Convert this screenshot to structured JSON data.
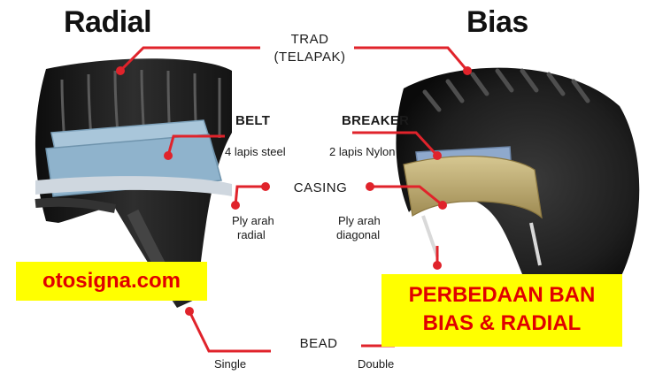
{
  "titles": {
    "radial": "Radial",
    "bias": "Bias"
  },
  "labels": {
    "trad_line1": "TRAD",
    "trad_line2": "(TELAPAK)",
    "belt": "BELT",
    "belt_detail": "4 lapis steel",
    "breaker": "BREAKER",
    "breaker_detail": "2 lapis Nylon",
    "casing": "CASING",
    "ply_radial_line1": "Ply arah",
    "ply_radial_line2": "radial",
    "ply_diagonal_line1": "Ply arah",
    "ply_diagonal_line2": "diagonal",
    "bead": "BEAD",
    "bead_single": "Single",
    "bead_double": "Double"
  },
  "overlays": {
    "site": "otosigna.com",
    "caption_line1": "PERBEDAAN BAN",
    "caption_line2": "BIAS & RADIAL"
  },
  "colors": {
    "pointer": "#e0232b",
    "overlay_bg": "#ffff00",
    "overlay_text": "#e00000",
    "tire_rubber": "#1c1c1c",
    "belt_layer": "#8fb3cc",
    "casing_layer": "#c2b07a"
  }
}
